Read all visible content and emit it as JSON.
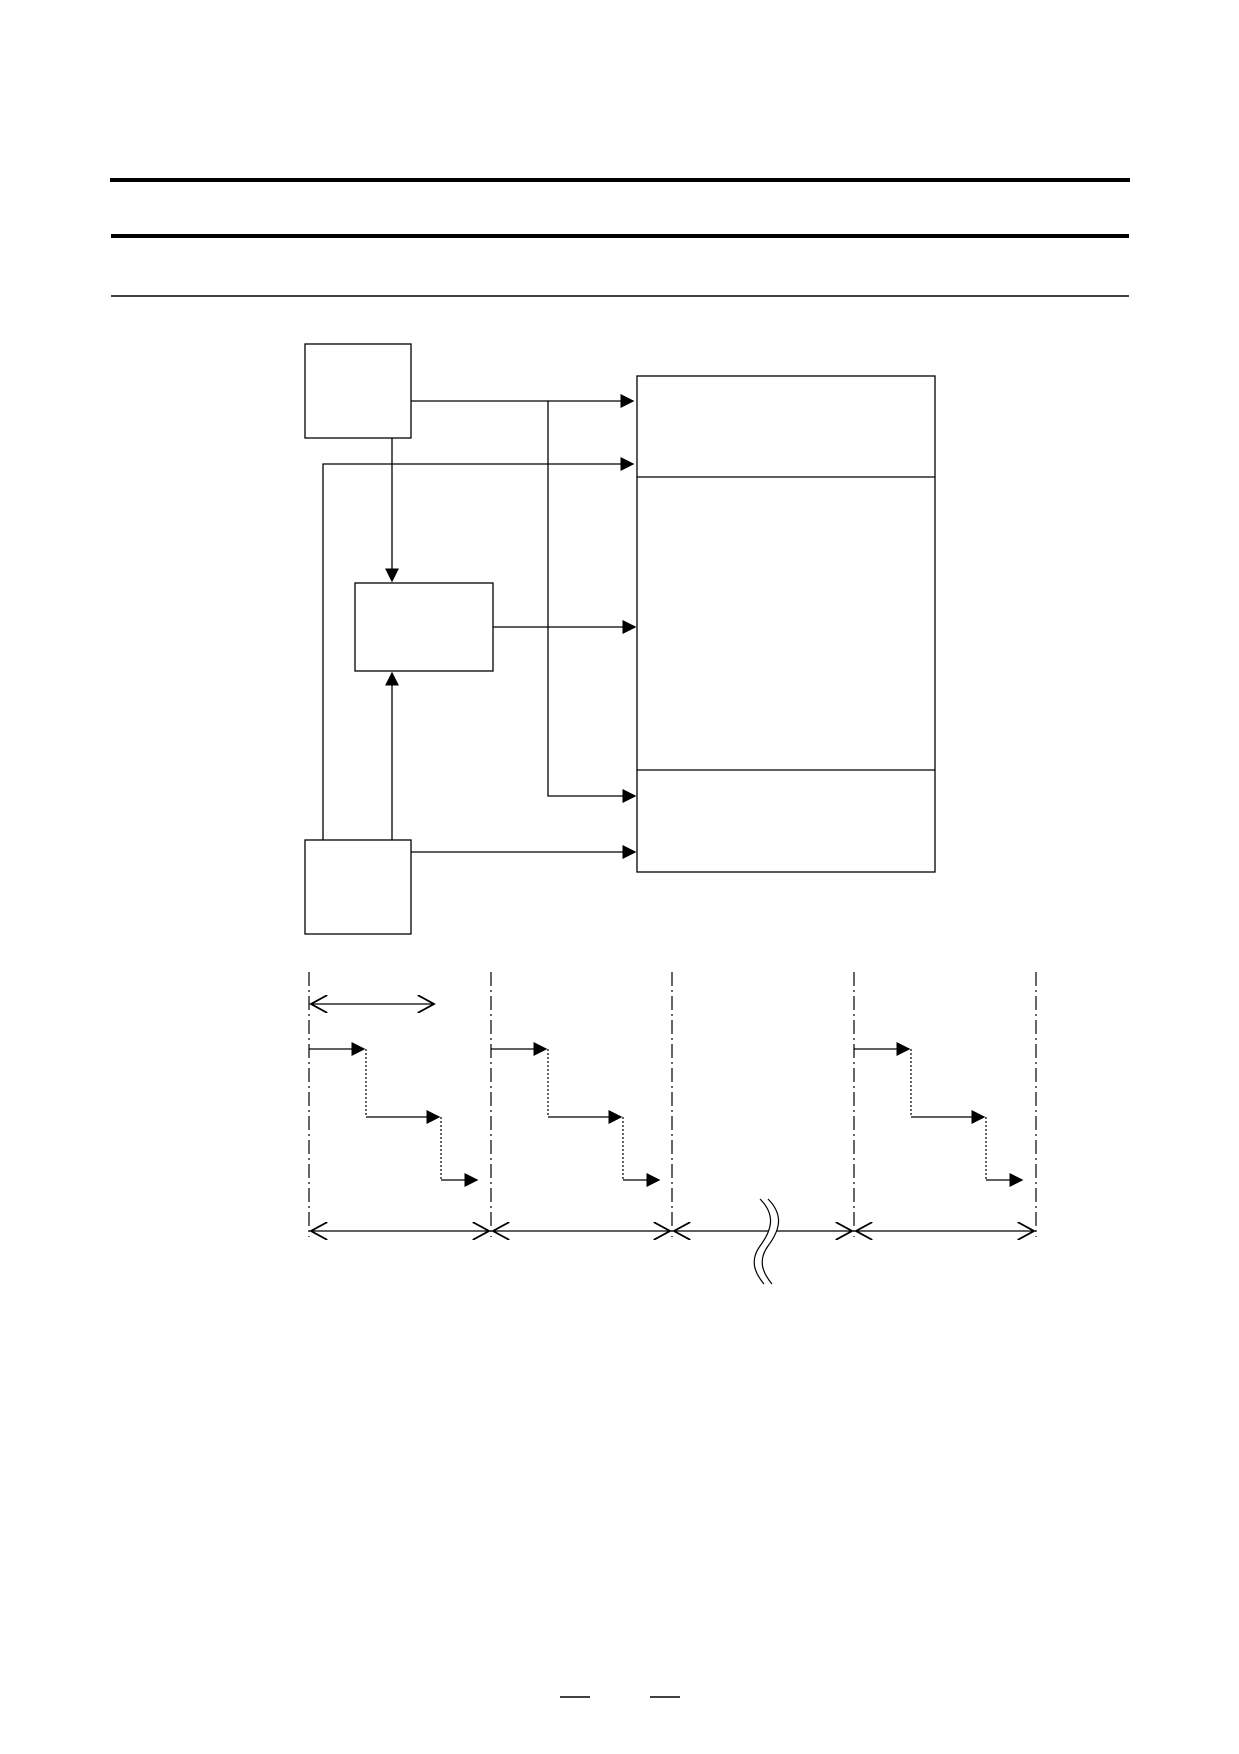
{
  "page": {
    "header_rules": 3,
    "footer_marks": 2
  },
  "block_diagram": {
    "blocks": [
      "top-left-source",
      "middle-processor",
      "bottom-left-source",
      "right-unit"
    ],
    "right_unit_sections": 3
  },
  "timing_diagram": {
    "columns": 5,
    "steps_per_column": 3,
    "has_break_symbol": true
  },
  "colors": {
    "line": "#000000",
    "background": "#ffffff"
  }
}
